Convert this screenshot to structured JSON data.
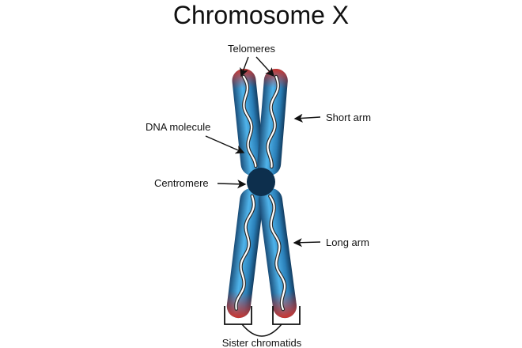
{
  "title": "Chromosome X",
  "labels": {
    "telomeres": "Telomeres",
    "short_arm": "Short arm",
    "dna_molecule": "DNA molecule",
    "centromere": "Centromere",
    "long_arm": "Long arm",
    "sister_chromatids": "Sister chromatids"
  },
  "colors": {
    "chromatid_light": "#4fb3ea",
    "chromatid_dark": "#1a4d78",
    "telomere": "#c8332e",
    "centromere": "#0d2f4d"
  }
}
